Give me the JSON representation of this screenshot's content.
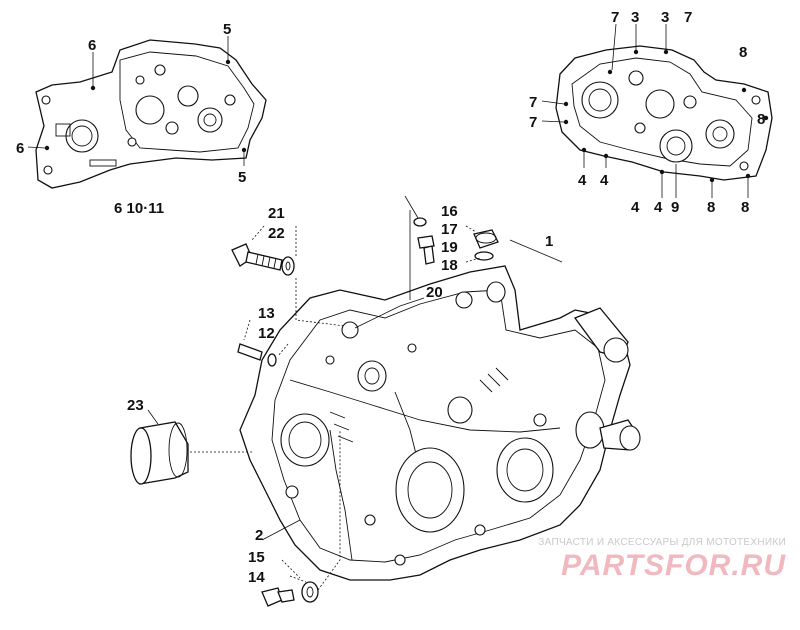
{
  "callouts": {
    "c1": "1",
    "c2": "2",
    "c12": "12",
    "c13": "13",
    "c14": "14",
    "c15": "15",
    "c16": "16",
    "c17": "17",
    "c18": "18",
    "c19": "19",
    "c20": "20",
    "c21": "21",
    "c22": "22",
    "c23": "23",
    "l_top_6a": "6",
    "l_top_5a": "5",
    "l_left_6": "6",
    "l_right_5": "5",
    "l_bottom": "6  10·11",
    "r_top_7a": "7",
    "r_top_3a": "3",
    "r_top_3b": "3",
    "r_top_7b": "7",
    "r_top_8": "8",
    "r_left_7a": "7",
    "r_left_7b": "7",
    "r_bot_4a": "4",
    "r_bot_4b": "4",
    "r_right_8": "8",
    "r_row_4a": "4",
    "r_row_4b": "4",
    "r_row_9": "9",
    "r_row_8a": "8",
    "r_row_8b": "8"
  },
  "watermark": {
    "tagline": "ЗАПЧАСТИ И АКСЕССУАРЫ ДЛЯ МОТОТЕХНИКИ",
    "brand": "PARTSFOR.RU"
  },
  "colors": {
    "ink": "#111111",
    "watermark_text": "#f2b8c0",
    "watermark_sub": "#c9c9c9"
  }
}
